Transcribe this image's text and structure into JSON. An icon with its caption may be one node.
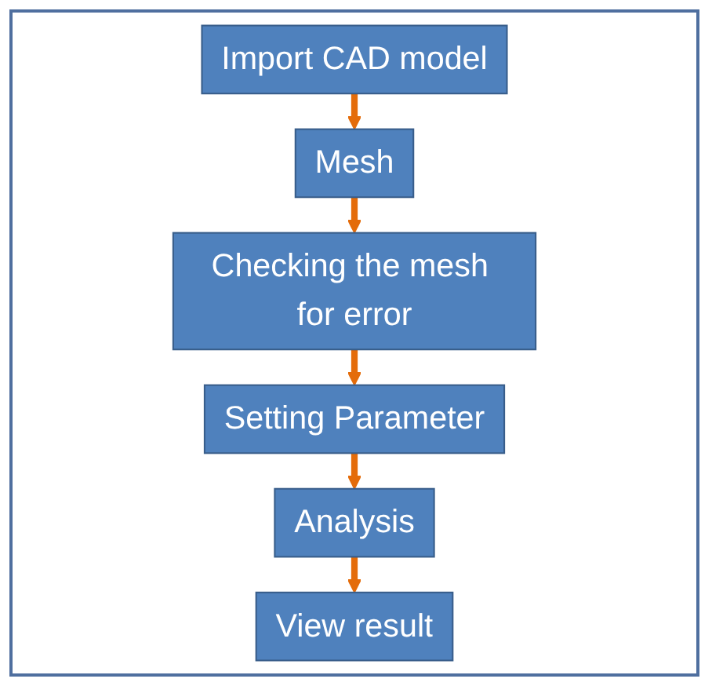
{
  "diagram": {
    "nodes": [
      {
        "text": [
          "Import CAD model"
        ]
      },
      {
        "text": [
          "Mesh"
        ]
      },
      {
        "text": [
          "Checking the mesh for error"
        ]
      },
      {
        "text": [
          "Setting Parameter"
        ]
      },
      {
        "text": [
          "Analysis"
        ]
      },
      {
        "text": [
          "View result"
        ]
      }
    ],
    "edges": [
      {
        "from": 0,
        "to": 1,
        "arrow": "to"
      },
      {
        "from": 1,
        "to": 2,
        "arrow": "to"
      },
      {
        "from": 2,
        "to": 3,
        "arrow": "to"
      },
      {
        "from": 3,
        "to": 4,
        "arrow": "to"
      },
      {
        "from": 4,
        "to": 5,
        "arrow": "to"
      }
    ]
  }
}
